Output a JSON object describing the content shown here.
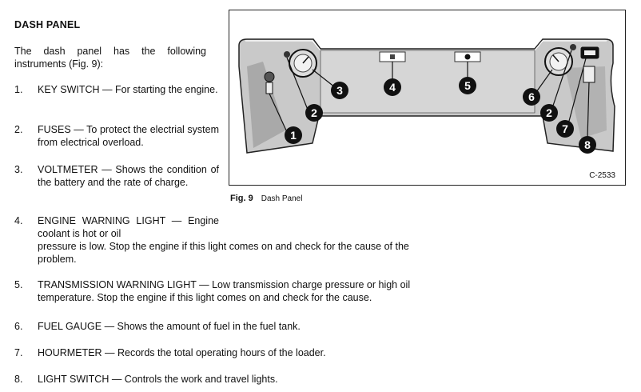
{
  "section": {
    "title": "DASH PANEL",
    "intro": "The dash panel has the following instruments (Fig. 9):"
  },
  "items": [
    {
      "number": "1.",
      "text": "KEY SWITCH — For starting the engine."
    },
    {
      "number": "2.",
      "text": "FUSES — To protect the electrial system from electrical overload."
    },
    {
      "number": "3.",
      "text": "VOLTMETER — Shows the condition of the battery and the rate of charge."
    },
    {
      "number": "4.",
      "text_lead": "ENGINE WARNING LIGHT — Engine coolant is hot or oil",
      "text_rest": "pressure is low. Stop the engine if this light comes on and check for the cause of the problem."
    },
    {
      "number": "5.",
      "text": "TRANSMISSION WARNING LIGHT — Low transmission charge pressure or high oil temperature. Stop the engine if this light comes on and check for the cause."
    },
    {
      "number": "6.",
      "text": "FUEL GAUGE — Shows the amount of fuel in the fuel tank."
    },
    {
      "number": "7.",
      "text": "HOURMETER — Records the total operating hours of the loader."
    },
    {
      "number": "8.",
      "text": "LIGHT SWITCH — Controls the work and travel lights."
    }
  ],
  "figure": {
    "code": "C-2533",
    "caption_label": "Fig. 9",
    "caption_text": "Dash Panel",
    "callouts": [
      "1",
      "2",
      "3",
      "4",
      "5",
      "6",
      "2",
      "7",
      "8"
    ]
  }
}
